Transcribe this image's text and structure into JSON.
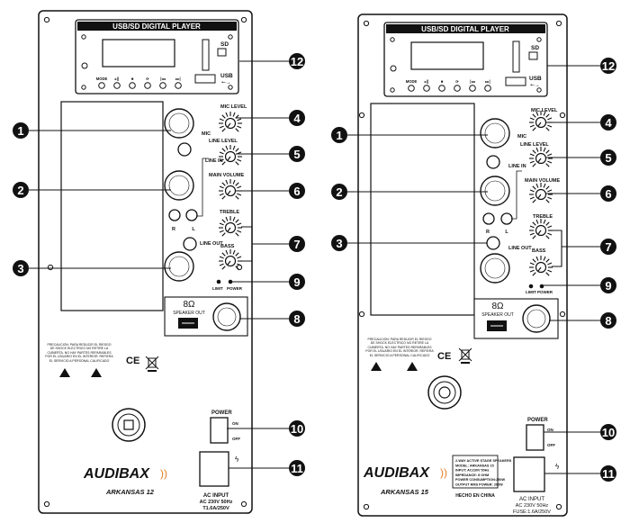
{
  "left_panel": {
    "player_title": "USB/SD DIGITAL PLAYER",
    "player_sd": "SD",
    "player_usb": "USB",
    "btn_labels": [
      "MODE",
      "▸||",
      "■",
      "⟳",
      "|◂◂",
      "▸▸|"
    ],
    "mic_level": "MIC LEVEL",
    "mic": "MIC",
    "line_level": "LINE LEVEL",
    "line_in": "LINE IN",
    "main_volume": "MAIN VOLUME",
    "r": "R",
    "l": "L",
    "treble": "TREBLE",
    "bass": "BASS",
    "line_out": "LINE OUT",
    "limit": "LIMIT",
    "power_led": "POWER",
    "ohm": "8Ω",
    "speaker_out": "SPEAKER OUT",
    "warning_text": "PRECAUCION: PARA REDUCIR EL RIESGO DE SHOCK ELECTRICO NO RETIRE LA CUBIERTA. NO HAY PARTES REPARABLES POR EL USUARIO EN EL INTERIOR. REFIERA EL SERVICIO A PERSONAL CALIFICADO",
    "ce": "CE",
    "power": "POWER",
    "on": "ON",
    "off": "OFF",
    "brand": "AUDIBAX",
    "model": "ARKANSAS 12",
    "ac_input": "AC INPUT",
    "ac_voltage": "AC 230V 50Hz",
    "fuse": "T1.6A/250V"
  },
  "right_panel": {
    "player_title": "USB/SD DIGITAL PLAYER",
    "player_sd": "SD",
    "player_usb": "USB",
    "btn_labels": [
      "MODE",
      "▸||",
      "■",
      "⟳",
      "|◂◂",
      "▸▸|"
    ],
    "mic_level": "MIC LEVEL",
    "mic": "MIC",
    "line_level": "LINE LEVEL",
    "line_in": "LINE IN",
    "main_volume": "MAIN VOLUME",
    "r": "R",
    "l": "L",
    "treble": "TREBLE",
    "bass": "BASS",
    "line_out": "LINE OUT",
    "limit": "LIMIT",
    "power_led": "POWER",
    "ohm": "8Ω",
    "speaker_out": "SPEAKER OUT",
    "warning_text": "PRECAUCION: PARA REDUCIR EL RIESGO DE SHOCK ELECTRICO NO RETIRE LA CUBIERTA. NO HAY PARTES REPARABLES POR EL USUARIO EN EL INTERIOR. REFIERA EL SERVICIO A PERSONAL CALIFICADO",
    "ce": "CE",
    "power": "POWER",
    "on": "ON",
    "off": "OFF",
    "brand": "AUDIBAX",
    "model": "ARKANSAS 15",
    "spec_lines": [
      "2-WAY ACTIVE STAGE SPEAKERS",
      "MODEL: ARKANSAS 15",
      "INPUT: AC230V 50Hz",
      "IMPEDANCE: 8 OHM",
      "POWER CONSUMPTION:250W",
      "OUTPUT RMS POWER: 200W"
    ],
    "made_in": "HECHO EN CHINA",
    "ac_input": "AC INPUT",
    "ac_voltage": "AC 230V 50Hz",
    "fuse": "FUSE:1.6A/250V"
  },
  "callouts": [
    "1",
    "2",
    "3",
    "4",
    "5",
    "6",
    "7",
    "8",
    "9",
    "10",
    "11",
    "12"
  ]
}
